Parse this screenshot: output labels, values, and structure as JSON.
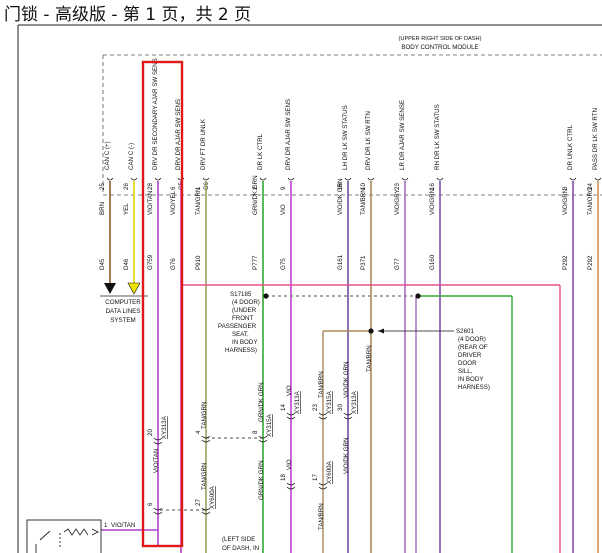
{
  "page_title": "门锁 - 高级版 - 第 1 页，共 2 页",
  "module": {
    "location": "(UPPER RIGHT SIDE OF DASH)",
    "name": "BODY CONTROL MODULE"
  },
  "pins": [
    {
      "circuit": "CAN C (+)",
      "pin": "25",
      "color": "BRN",
      "wire": "D45",
      "hex": "#8b5a2b"
    },
    {
      "circuit": "CAN C (-)",
      "pin": "26",
      "color": "YEL",
      "wire": "D46",
      "hex": "#e3d200"
    },
    {
      "circuit": "DRV DR SECONDARY AJAR SW SENS",
      "pin": "28",
      "color": "VIO/TAN",
      "wire": "G759",
      "hex": "#b040d0"
    },
    {
      "circuit": "DRV DR AJAR SW SENS",
      "pin": "6",
      "connector": "C5",
      "color": "VIO/YEL",
      "wire": "G76",
      "hex": "#c040c0"
    },
    {
      "circuit": "DRV FT DR UNLK",
      "pin": "1",
      "connector": "C6",
      "color": "TAN/GRN",
      "wire": "P910",
      "hex": "#9aa060"
    },
    {
      "circuit": "DR LK CTRL",
      "pin": "2",
      "color": "GRN/DK GRN",
      "wire": "P777",
      "hex": "#33a833"
    },
    {
      "circuit": "DRV DR AJAR SW SENS",
      "pin": "9",
      "color": "VIO",
      "wire": "G75",
      "hex": "#c040d0"
    },
    {
      "circuit": "LH DR LK SW STATUS",
      "pin": "15",
      "color": "VIO/DK GRN",
      "wire": "G161",
      "hex": "#7050a0"
    },
    {
      "circuit": "DRV DR LK SW RTN",
      "pin": "10",
      "color": "TAN/BRN",
      "wire": "P371",
      "hex": "#a88a5a"
    },
    {
      "circuit": "LR DR AJAR SW SENSE",
      "pin": "23",
      "color": "VIO/GRY",
      "wire": "G77",
      "hex": "#a070c0"
    },
    {
      "circuit": "RH DR LK SW STATUS",
      "pin": "16",
      "color": "VIO/GRN",
      "wire": "G160",
      "hex": "#8050b0"
    },
    {
      "circuit": "DR UNLK CTRL",
      "pin": "3",
      "color": "VIO/GRN",
      "wire": "P292",
      "hex": "#8050b0"
    },
    {
      "circuit": "PASS DR LK SW RTN",
      "pin": "24",
      "color": "TAN/ORG",
      "wire": "P292",
      "hex": "#d09050"
    }
  ],
  "computer_data_lines": "COMPUTER DATA LINES SYSTEM",
  "splice_s17185": {
    "id": "S17185",
    "note": [
      "(4 DOOR)",
      "(UNDER",
      "FRONT",
      "PASSENGER",
      "SEAT,",
      "IN BODY",
      "HARNESS)"
    ]
  },
  "splice_s2601": {
    "id": "S2601",
    "note": [
      "(4 DOOR)",
      "(REAR OF",
      "DRIVER",
      "DOOR",
      "SILL,",
      "IN BODY",
      "HARNESS)"
    ]
  },
  "connectors": {
    "c_xy313a_20": {
      "pin": "20",
      "conn": "XY313A"
    },
    "c_6": {
      "pin": "6"
    },
    "c_4": {
      "pin": "4"
    },
    "c_27": {
      "pin": "27",
      "conn": "XY600A"
    },
    "c_8": {
      "pin": "8",
      "conn": "XY315A"
    },
    "c_14": {
      "pin": "14",
      "conn": "XY313A"
    },
    "c_23": {
      "pin": "23",
      "conn": "XY315A"
    },
    "c_30": {
      "pin": "30",
      "conn": "XY313A"
    },
    "c_18": {
      "pin": "18"
    },
    "c_17": {
      "pin": "17",
      "conn": "XY600A"
    }
  },
  "lower_labels": {
    "vio_tan": "VIO/TAN",
    "tan_grn": "TAN/GRN",
    "tan_grn2": "TAN/GRN",
    "grn_dk_grn": "GRN/DK GRN",
    "grn_dk_grn2": "GRN/DK GRN",
    "vio": "VIO",
    "vio2": "VIO",
    "tan_brn": "TAN/BRN",
    "tan_brn2": "TAN/BRN",
    "tan_brn3": "TAN/BRN",
    "vio_dk_grn": "VIO/DK GRN",
    "vio_dk_grn2": "VIO/DK GRN"
  },
  "switch": {
    "pin": "1",
    "color": "VIO/TAN"
  },
  "left_side_note": [
    "(LEFT SIDE",
    "OF DASH, IN"
  ],
  "highlight_color": "#e01818"
}
